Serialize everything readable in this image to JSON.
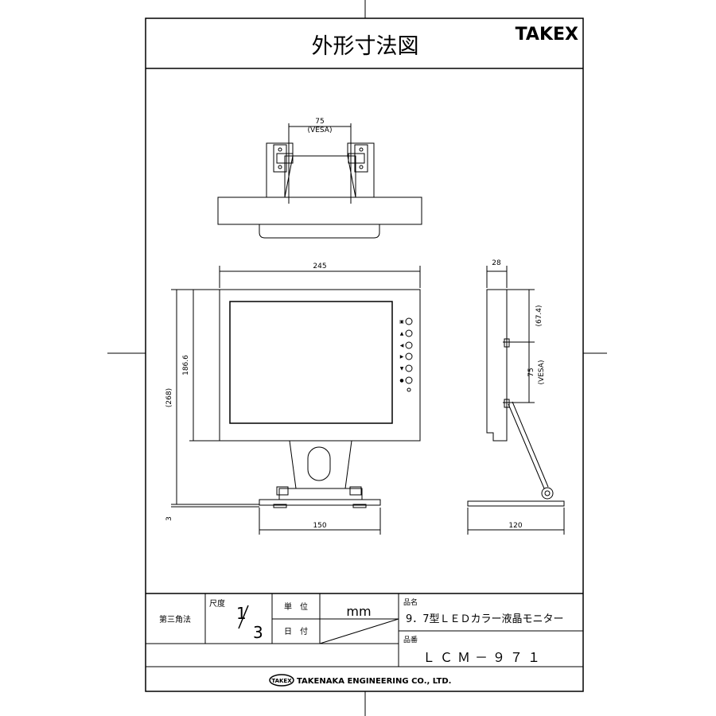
{
  "header": {
    "title": "外形寸法図",
    "brand": "TAKEX"
  },
  "dimensions": {
    "vesa_top": "75",
    "vesa_top_sub": "(VESA)",
    "width": "245",
    "height": "186.6",
    "overall_height": "(268)",
    "base_offset": "3",
    "base_width": "150",
    "depth": "28",
    "side_upper": "(67.4)",
    "side_vesa": "75",
    "side_vesa_sub": "(VESA)",
    "base_depth": "120"
  },
  "button_symbols": [
    "▣",
    "▲",
    "◀",
    "▶",
    "▼",
    "●"
  ],
  "title_block": {
    "projection": "第三角法",
    "scale_label": "尺度",
    "scale_num": "1",
    "scale_den": "3",
    "unit_label": "単　位",
    "unit_value": "mm",
    "date_label": "日　付",
    "product_name_label": "品名",
    "product_name": "9．7型ＬＥＤカラー液晶モニター",
    "product_no_label": "品番",
    "product_no": "ＬＣＭ－９７１",
    "company_logo": "TAKEX",
    "company": "TAKENAKA ENGINEERING CO., LTD."
  }
}
